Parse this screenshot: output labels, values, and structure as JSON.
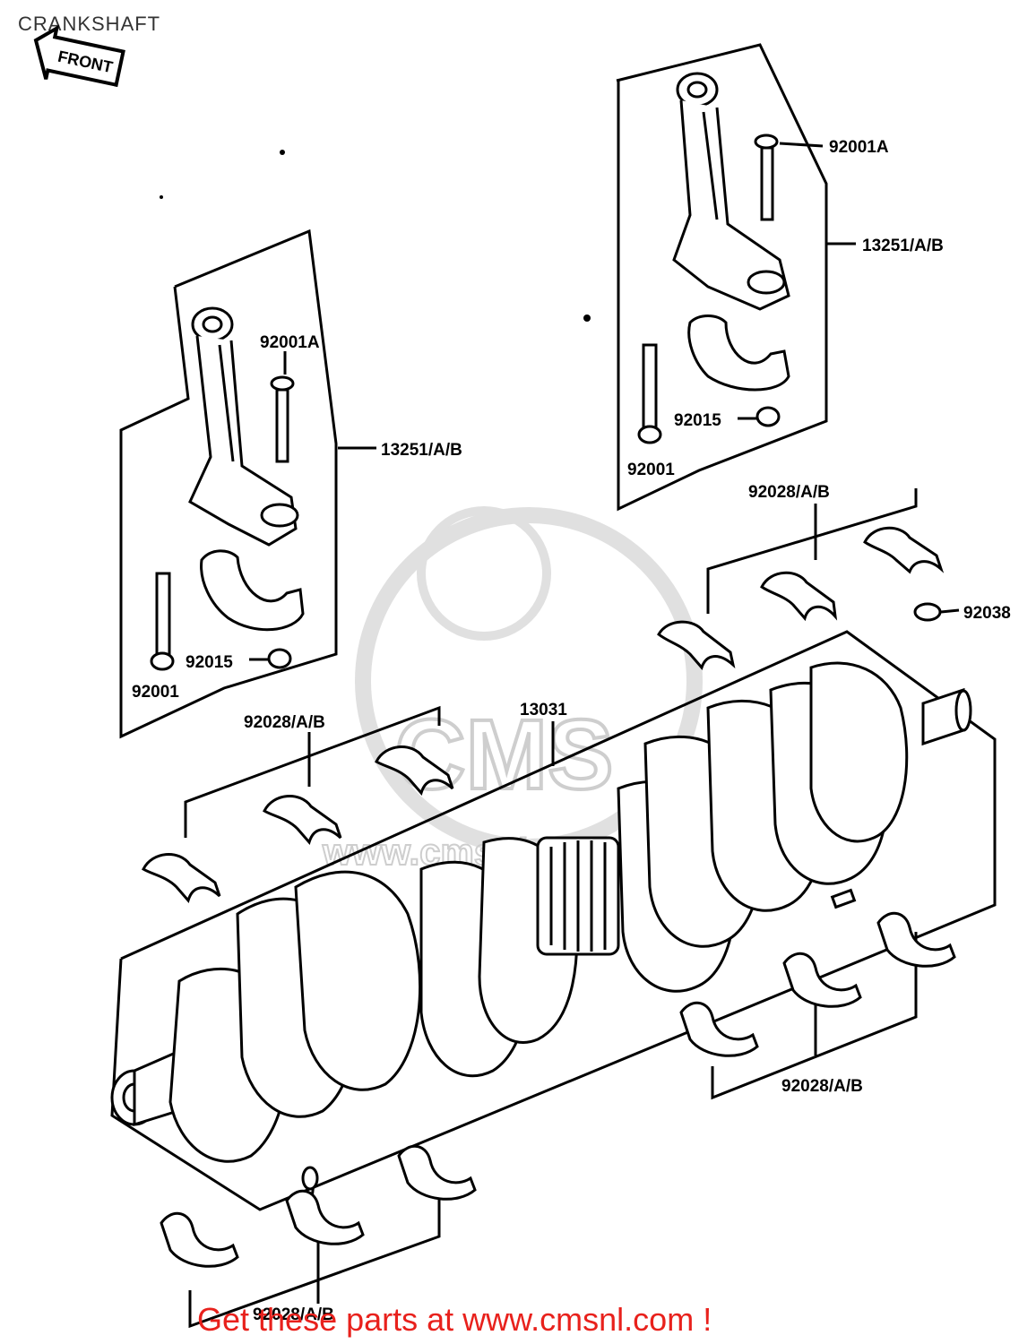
{
  "title": "CRANKSHAFT",
  "front_marker": "FRONT",
  "watermark": {
    "logo_text": "CMS",
    "url_text": "www.cmsnl.com"
  },
  "footer": "Get these parts at www.cmsnl.com !",
  "labels": {
    "upper_bolt_a": "92001A",
    "upper_rod": "13251/A/B",
    "upper_nut": "92015",
    "upper_bolt": "92001",
    "upper_bearings": "92028/A/B",
    "key": "92038",
    "left_bolt_a": "92001A",
    "left_rod": "13251/A/B",
    "left_nut": "92015",
    "left_bolt": "92001",
    "left_bearings": "92028/A/B",
    "crankshaft": "13031",
    "right_bearings": "92028/A/B",
    "bottom_bearings": "92028/A/B"
  }
}
